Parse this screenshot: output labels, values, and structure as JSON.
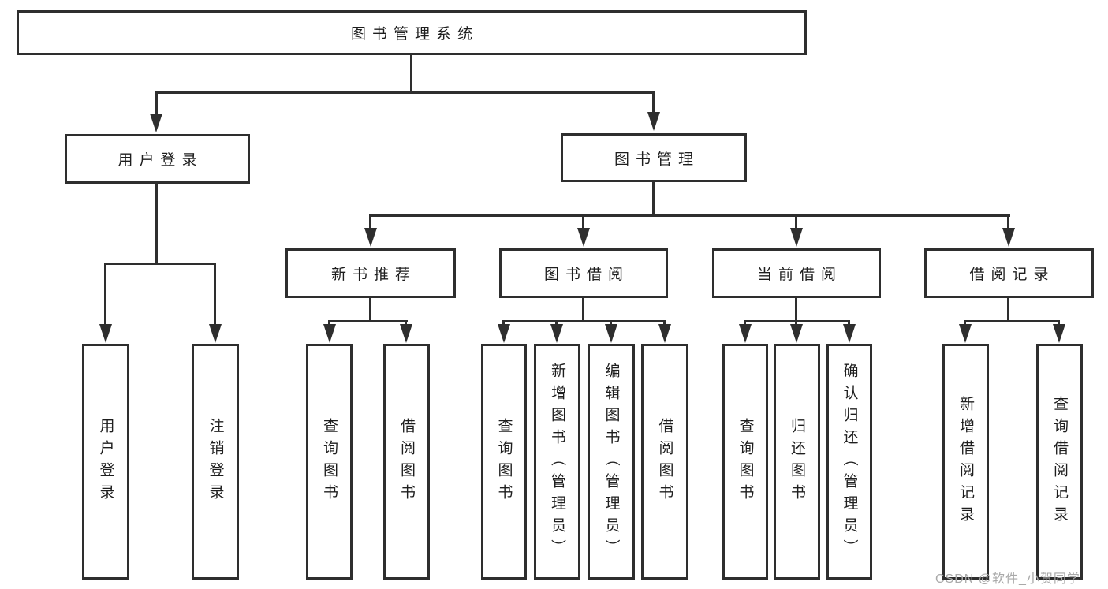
{
  "diagram": {
    "root": {
      "label": "图书管理系统"
    },
    "level2": [
      {
        "id": "user-login",
        "label": "用户登录",
        "children": [
          {
            "label": "用户登录"
          },
          {
            "label": "注销登录"
          }
        ]
      },
      {
        "id": "book-management",
        "label": "图书管理"
      }
    ],
    "level3": [
      {
        "id": "new-book-recommend",
        "label": "新书推荐",
        "children": [
          {
            "label": "查询图书"
          },
          {
            "label": "借阅图书"
          }
        ]
      },
      {
        "id": "book-borrowing",
        "label": "图书借阅",
        "children": [
          {
            "label": "查询图书"
          },
          {
            "label": "新增图书（管理员）"
          },
          {
            "label": "编辑图书（管理员）"
          },
          {
            "label": "借阅图书"
          }
        ]
      },
      {
        "id": "current-borrowing",
        "label": "当前借阅",
        "children": [
          {
            "label": "查询图书"
          },
          {
            "label": "归还图书"
          },
          {
            "label": "确认归还（管理员）"
          }
        ]
      },
      {
        "id": "borrow-records",
        "label": "借阅记录",
        "children": [
          {
            "label": "新增借阅记录"
          },
          {
            "label": "查询借阅记录"
          }
        ]
      }
    ]
  },
  "watermark": {
    "text": "CSDN @软件_小贺同学"
  },
  "colors": {
    "line": "#2e2e2e",
    "text": "#1e1e1e",
    "bg": "#ffffff",
    "watermark": "#a9a9a9"
  }
}
